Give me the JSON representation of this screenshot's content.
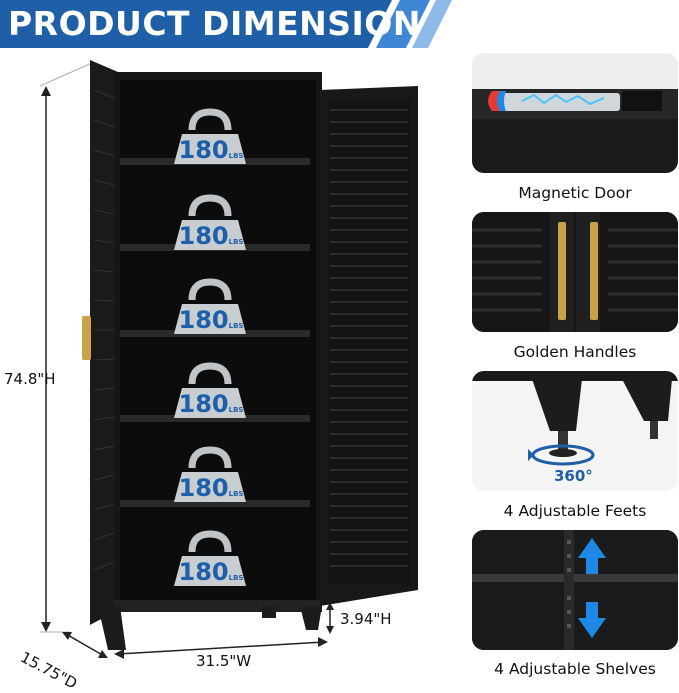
{
  "banner": {
    "title": "PRODUCT DIMENSION"
  },
  "dimensions": {
    "height": "74.8\"H",
    "width": "31.5\"W",
    "depth": "15.75\"D",
    "leg_height": "3.94\"H"
  },
  "weight_badge": {
    "value": "180",
    "unit": "LBS"
  },
  "features": [
    {
      "caption": "Magnetic Door",
      "icon": "magnet-icon"
    },
    {
      "caption": "Golden Handles",
      "icon": "handle-icon"
    },
    {
      "caption": "4 Adjustable Feets",
      "icon": "rotate-360-icon",
      "badge": "360°"
    },
    {
      "caption": "4 Adjustable Shelves",
      "icon": "up-down-arrows-icon"
    }
  ],
  "colors": {
    "banner": "#1f5fa8",
    "cabinet": "#151515",
    "gold": "#c9a24a",
    "arrow": "#1e88e5"
  }
}
